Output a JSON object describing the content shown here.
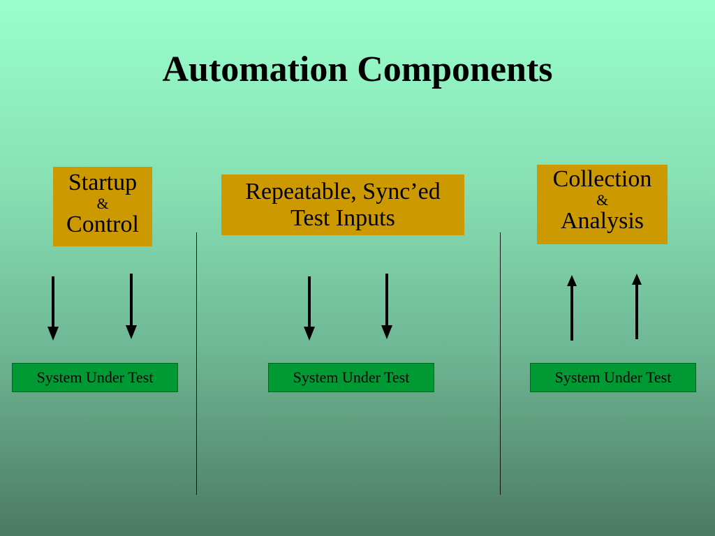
{
  "slide": {
    "title": "Automation Components",
    "boxes": {
      "startup": {
        "line1": "Startup",
        "amp": "&",
        "line2": "Control"
      },
      "repeatable": {
        "line1": "Repeatable, Sync’ed",
        "line2": "Test Inputs"
      },
      "collection": {
        "line1": "Collection",
        "amp": "&",
        "line2": "Analysis"
      }
    },
    "system_under_test": [
      "System Under Test",
      "System Under Test",
      "System Under Test"
    ]
  },
  "colors": {
    "box_fill": "#cc9900",
    "sut_fill": "#009933",
    "background_top": "#99ffcc",
    "background_bottom": "#4c7a62"
  }
}
